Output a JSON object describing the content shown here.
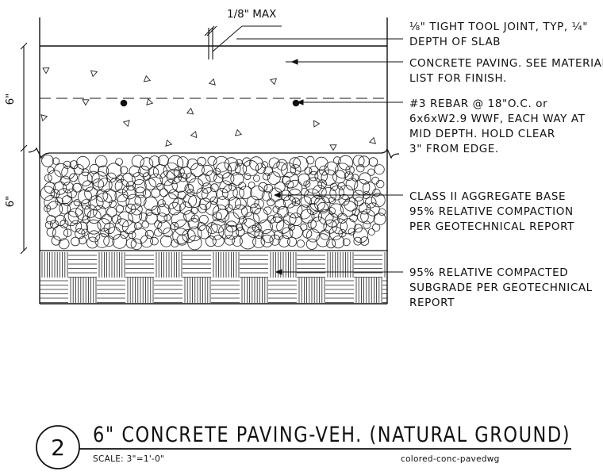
{
  "dimensions": {
    "top_max": "1/8\" MAX",
    "slab_thickness": "6\"",
    "base_thickness": "6\""
  },
  "callouts": [
    "1/8\" TIGHT TOOL JOINT, TYP, 1/4\" DEPTH OF SLAB",
    "CONCRETE PAVING. SEE MATERIAL LIST FOR FINISH.",
    "#3 REBAR @ 18\"O.C. or 6x6xW2.9 WWF, EACH WAY AT MID DEPTH. HOLD CLEAR 3\" FROM EDGE.",
    "CLASS II AGGREGATE BASE 95% RELATIVE COMPACTION PER GEOTECHNICAL REPORT",
    "95% RELATIVE COMPACTED SUBGRADE PER GEOTECHNICAL REPORT"
  ],
  "title_block": {
    "detail_number": "2",
    "title": "6\" CONCRETE PAVING-VEH. (NATURAL GROUND)",
    "scale": "SCALE: 3\"=1'-0\"",
    "file_name": "colored-conc-pavedwg"
  }
}
